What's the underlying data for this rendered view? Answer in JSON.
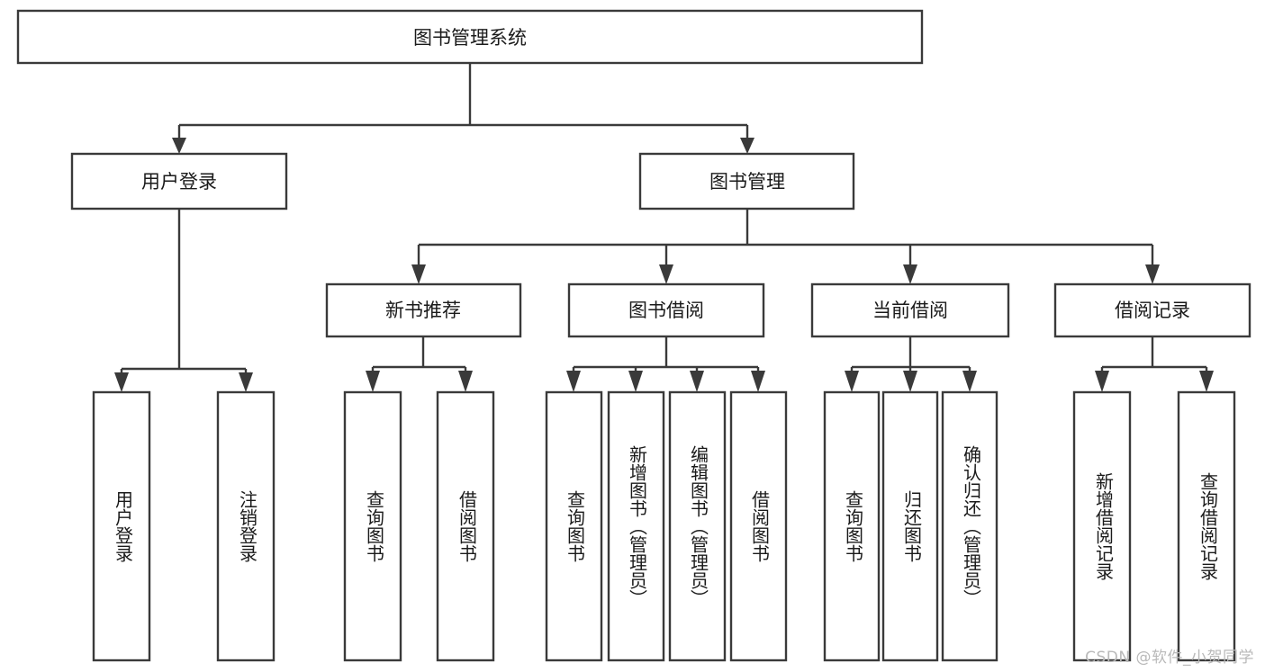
{
  "diagram": {
    "type": "tree-hierarchy",
    "title": "图书管理系统",
    "watermark": "CSDN @软件_小贺同学",
    "colors": {
      "box_stroke": "#3a3a3a",
      "box_fill": "#ffffff",
      "text": "#1a1a1a",
      "connector": "#3a3a3a",
      "watermark": "#b9b9b9",
      "background": "#ffffff"
    },
    "levels": {
      "root": {
        "label": "图书管理系统"
      },
      "level2": [
        {
          "label": "用户登录"
        },
        {
          "label": "图书管理"
        }
      ],
      "level3": [
        {
          "label": "新书推荐"
        },
        {
          "label": "图书借阅"
        },
        {
          "label": "当前借阅"
        },
        {
          "label": "借阅记录"
        }
      ],
      "leaves_user_login": [
        {
          "label": "用户登录"
        },
        {
          "label": "注销登录"
        }
      ],
      "leaves_new_books": [
        {
          "label": "查询图书"
        },
        {
          "label": "借阅图书"
        }
      ],
      "leaves_borrow_books": [
        {
          "label": "查询图书"
        },
        {
          "label": "新增图书（管理员）"
        },
        {
          "label": "编辑图书（管理员）"
        },
        {
          "label": "借阅图书"
        }
      ],
      "leaves_current_borrow": [
        {
          "label": "查询图书"
        },
        {
          "label": "归还图书"
        },
        {
          "label": "确认归还（管理员）"
        }
      ],
      "leaves_borrow_records": [
        {
          "label": "新增借阅记录"
        },
        {
          "label": "查询借阅记录"
        }
      ]
    }
  }
}
